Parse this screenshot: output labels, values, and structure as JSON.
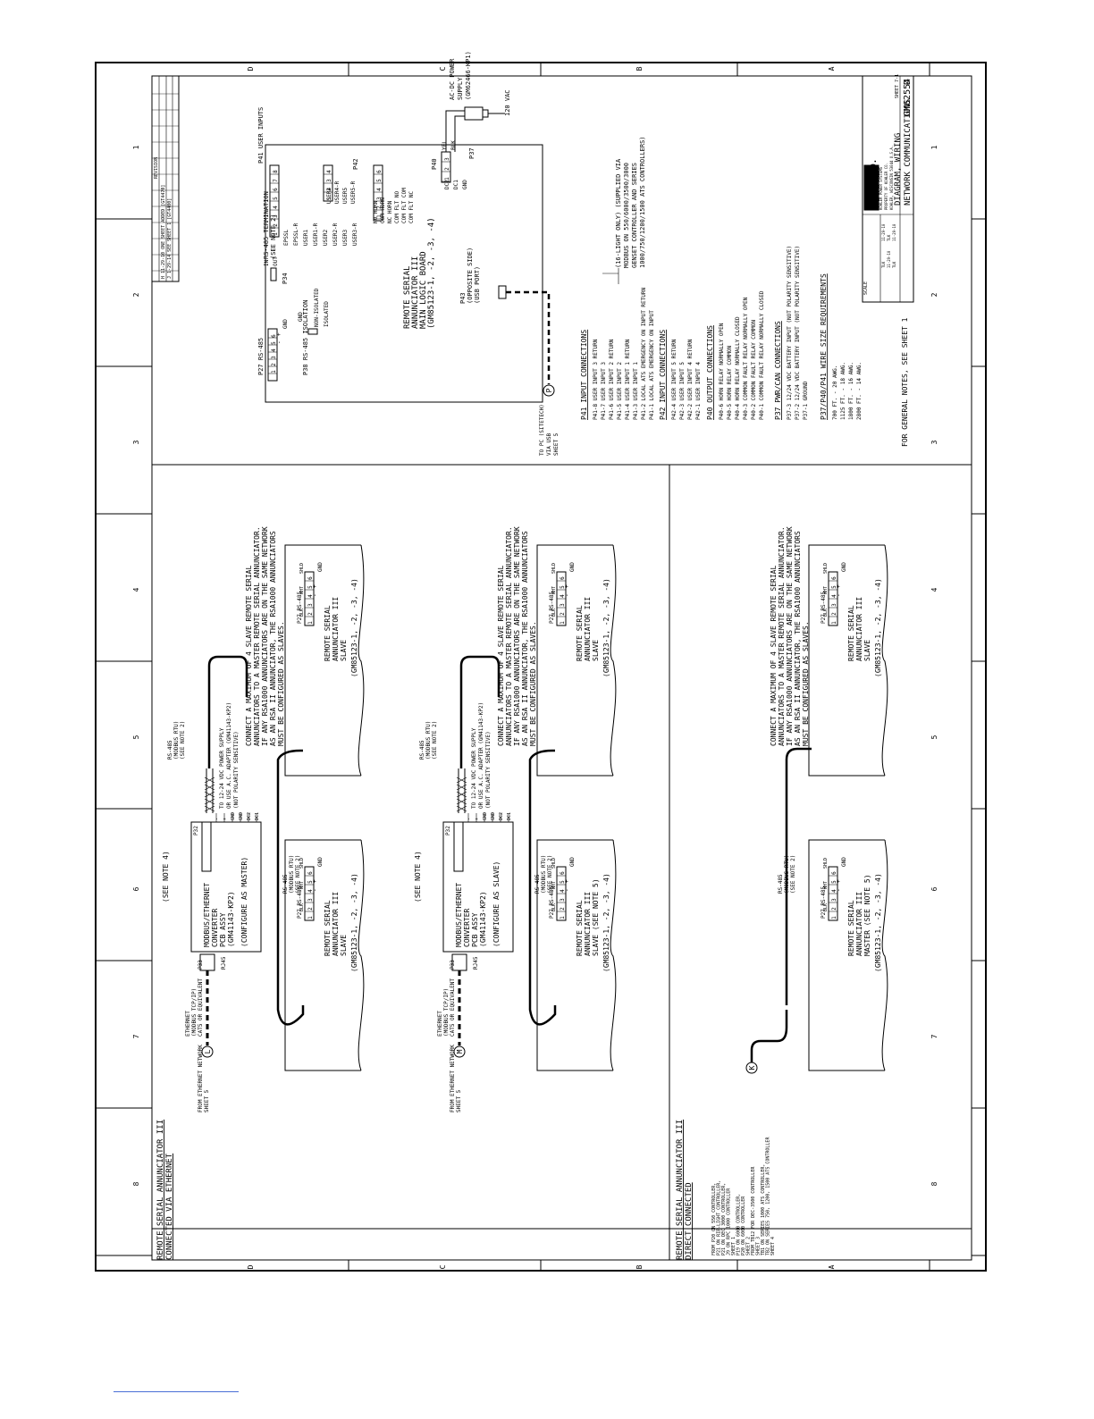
{
  "drawing": {
    "number": "GM62554",
    "rev": "D",
    "title_lines": [
      "DIAGRAM, WIRING",
      "NETWORK COMMUNICATIONS"
    ],
    "company": "KOHLER CO.",
    "general_notes": "FOR GENERAL NOTES, SEE SHEET 1",
    "zones_num": [
      "1",
      "2",
      "3",
      "4",
      "5",
      "6",
      "7",
      "8"
    ],
    "zones_alpha": [
      "D",
      "C",
      "B",
      "A"
    ]
  },
  "revision_block": {
    "header": "REVISION",
    "rows": [
      "H 11-29-10 ONE SHEET ADDED [GT4470]",
      "J 1-29-14 SEE SHEET 1 [GT4400]"
    ]
  },
  "main_logic": {
    "title": [
      "REMOTE SERIAL",
      "ANNUNCIATOR III",
      "MAIN LOGIC BOARD",
      "(GM85123-1, -2, -3, -4)"
    ],
    "p27": "P27 RS-485",
    "p27_pins": [
      "6",
      "5",
      "4",
      "3",
      "2",
      "1"
    ],
    "p27_labels": [
      "GND",
      "+",
      "-",
      "GND"
    ],
    "p34": "P34",
    "termination": [
      "RS-485 TERMINATION",
      "(SEE NOTE 2)"
    ],
    "in_out": [
      "IN",
      "OUT"
    ],
    "p38": "P38 RS-485 ISOLATION",
    "non_isolated": "NON-ISOLATED",
    "isolated": "ISOLATED",
    "p41": "P41 USER INPUTS",
    "p41_pins": [
      "8",
      "7",
      "6",
      "5",
      "4",
      "3",
      "2",
      "1"
    ],
    "p41_labels": [
      "USER3-R",
      "USER3",
      "USER2-R",
      "USER2",
      "USER1-R",
      "USER1",
      "EPSSL-R",
      "EPSSL"
    ],
    "p42": "P42",
    "p42_pins": [
      "4",
      "3",
      "2",
      "1"
    ],
    "p42_labels": [
      "USER5-R",
      "USER5",
      "USER4-R",
      "USER4"
    ],
    "p40": "P40",
    "p40_pins": [
      "6",
      "5",
      "4",
      "3",
      "2",
      "1"
    ],
    "p40_labels": [
      "NO HORN",
      "COM HORN",
      "NC HORN",
      "COM FLT NO",
      "COM FLT COM",
      "COM FLT NC"
    ],
    "p37": "P37",
    "p37_pins": [
      "3",
      "2",
      "1"
    ],
    "p37_labels": [
      "DC2",
      "DC1",
      "GND"
    ],
    "wire_colors": [
      "YEL",
      "BLK"
    ],
    "p43": [
      "P43",
      "(OPPOSITE SIDE)",
      "(USB PORT)"
    ],
    "power_supply": [
      "AC-DC POWER",
      "SUPPLY",
      "(GM62466-KP1)"
    ],
    "vac": "120 VAC",
    "to_pc": [
      "TO PC (SITETECH)",
      "VIA USB",
      "SHEET 5"
    ],
    "connector_p": "P",
    "ats_note": [
      "(16-LIGHT ONLY) (SUPPLIED VIA",
      "MODBUS ON 550/6000/3500/3000",
      "GENSET CONTROLLER AND SERIES",
      "1000/750/1200/1500 ATS CONTROLLERS)"
    ]
  },
  "connection_lists": {
    "p41_title": "P41 INPUT CONNECTIONS",
    "p41": [
      "P41-8  USER INPUT 3 RETURN",
      "P41-7  USER INPUT 3",
      "P41-6  USER INPUT 2 RETURN",
      "P41-5  USER INPUT 2",
      "P41-4  USER INPUT 1 RETURN",
      "P41-3  USER INPUT 1",
      "P41-2  LOCAL ATS EMERGENCY ON INPUT RETURN",
      "P41-1  LOCAL ATS EMERGENCY ON INPUT"
    ],
    "p42_title": "P42 INPUT CONNECTIONS",
    "p42": [
      "P42-4  USER INPUT 5 RETURN",
      "P42-3  USER INPUT 5",
      "P42-2  USER INPUT 4 RETURN",
      "P42-1  USER INPUT 4"
    ],
    "p40_title": "P40 OUTPUT CONNECTIONS",
    "p40": [
      "P40-6  HORN RELAY NORMALLY OPEN",
      "P40-5  HORN RELAY COMMON",
      "P40-4  HORN RELAY NORMALLY CLOSED",
      "P40-3  COMMON FAULT RELAY NORMALLY OPEN",
      "P40-2  COMMON FAULT RELAY COMMON",
      "P40-1  COMMON FAULT RELAY NORMALLY CLOSED"
    ],
    "p37_title": "P37 PWR/CAN CONNECTIONS",
    "p37": [
      "P37-3  12/24 VDC BATTERY INPUT (NOT POLARITY SENSITIVE)",
      "P37-2  12/24 VDC BATTERY INPUT (NOT POLARITY SENSITIVE)",
      "P37-1  GROUND"
    ],
    "wire_title": "P37/P40/P41 WIRE SIZE REQUIREMENTS",
    "wire": [
      "700 FT. - 20 AWG.",
      "1125 FT. - 18 AWG.",
      "1800 FT. - 16 AWG.",
      "2800 FT. - 14 AWG."
    ]
  },
  "ethernet_section": {
    "title": [
      "REMOTE SERIAL ANNUNCIATOR III",
      "CONNECTED VIA ETHERNET"
    ],
    "from_network": [
      "FROM ETHERNET NETWORK",
      "SHEET 5"
    ],
    "ethernet_label": [
      "ETHERNET",
      "(MODBUS TCP/IP)",
      "CAT5 OR EQUIVALENT"
    ],
    "rj45": "RJ45",
    "p33": "P33",
    "p32": "P32",
    "see_note4": "(SEE NOTE 4)",
    "converter": [
      "MODBUS/ETHERNET",
      "CONVERTER",
      "PCB ASSY",
      "(GM41143-KP2)"
    ],
    "configure_master": "(CONFIGURE AS MASTER)",
    "configure_slave": "(CONFIGURE AS SLAVE)",
    "converter_pins": [
      "-",
      "+",
      "GND",
      "GND",
      "DC2",
      "DC1"
    ],
    "rs485_modbus": [
      "RS-485",
      "(MODBUS RTU)",
      "(SEE NOTE 2)"
    ],
    "power_note": [
      "TO 12-24 VDC POWER SUPPLY",
      "OR USE A.C. ADAPTER (GM41143-KP2)",
      "(NOT POLARITY SENSITIVE)"
    ],
    "connector_l": "L",
    "connector_m": "M"
  },
  "annunciator": {
    "name": [
      "REMOTE SERIAL",
      "ANNUNCIATOR III"
    ],
    "slave": "SLAVE",
    "master_note": "MASTER (SEE NOTE 5)",
    "slave_note": "SLAVE (SEE NOTE 5)",
    "model": "(GM85123-1, -2, -3, -4)",
    "p27": "P27 RS-485",
    "pins": [
      "6",
      "5",
      "4",
      "3",
      "2",
      "1"
    ],
    "wires": [
      "SHLD",
      "WHT",
      "BLK"
    ],
    "pin_labels": [
      "GND",
      "+",
      "-"
    ]
  },
  "network_note": [
    "CONNECT A MAXIMUM OF 4 SLAVE REMOTE SERIAL",
    "ANNUNCIATORS TO A MASTER REMOTE SERIAL ANNUNCIATOR.",
    "IF ANY RSA1000 ANNUNCIATORS ARE ON THE SAME NETWORK",
    "AS AN RSA II ANNUNCIATOR, THE RSA1000 ANNUNCIATORS",
    "MUST BE CONFIGURED AS SLAVES."
  ],
  "direct_section": {
    "title": [
      "REMOTE SERIAL ANNUNCIATOR III",
      "DIRECT CONNECTED"
    ],
    "connector_k": "K",
    "from_list": [
      "FROM P20 ON 550 CONTROLLER,",
      "P21 ON RIB-LIGHT CONTROLLER,",
      "P21 ON DEC 3000 CONTROLLER,",
      "J9 ON RPC 1000 CONTROLLER",
      "SHEET 1",
      "P19 ON 6000 CONTROLLER,",
      "P20 ON 6000 CONTROLLER",
      "SHEET 2",
      "FROM TB12 FOR DEC-3500 CONTROLLER",
      "SHEET 3",
      "TB1 ON SERIES 1000 ATS CONTROLLER,",
      "TB2 ON SERIES 750, 1200, 1500 ATS CONTROLLER",
      "SHEET 4"
    ]
  },
  "title_block": {
    "scale": "SCALE",
    "sheet": "SHEET 7-1",
    "approvals": [
      "TLK",
      "11-29-10",
      "TLK",
      "11-29-10",
      "TLK",
      "11-29-10"
    ],
    "info_lines": [
      "KOHLER POWER SYSTEMS",
      "PROPERTY OF KOHLER CO.",
      "KOHLER, WISCONSIN 53044 U.S.A."
    ]
  }
}
